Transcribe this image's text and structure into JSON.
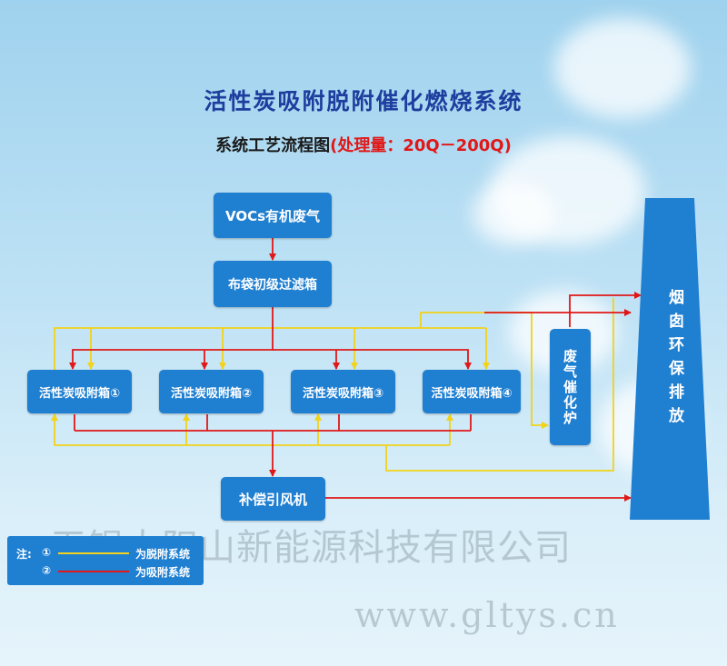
{
  "title": "活性炭吸附脱附催化燃烧系统",
  "subtitle": {
    "prefix": "系统工艺流程图",
    "highlight": "(处理量：20Q－200Q)"
  },
  "nodes": {
    "vocs": "VOCs有机废气",
    "filter": "布袋初级过滤箱",
    "box1": "活性炭吸附箱①",
    "box2": "活性炭吸附箱②",
    "box3": "活性炭吸附箱③",
    "box4": "活性炭吸附箱④",
    "furnace": "废气催化炉",
    "fan": "补偿引风机",
    "chimney": "烟囱环保排放"
  },
  "legend": {
    "note": "注:",
    "item1_marker": "①",
    "item1_label": "为脱附系统",
    "item2_marker": "②",
    "item2_label": "为吸附系统"
  },
  "watermark": {
    "company": "无锡太阳山新能源科技有限公司",
    "url": "www.gltys.cn"
  },
  "colors": {
    "box": "#1f7fd1",
    "adsorption_line": "#e01818",
    "desorption_line": "#f2d21a",
    "title": "#1d3e9e"
  }
}
